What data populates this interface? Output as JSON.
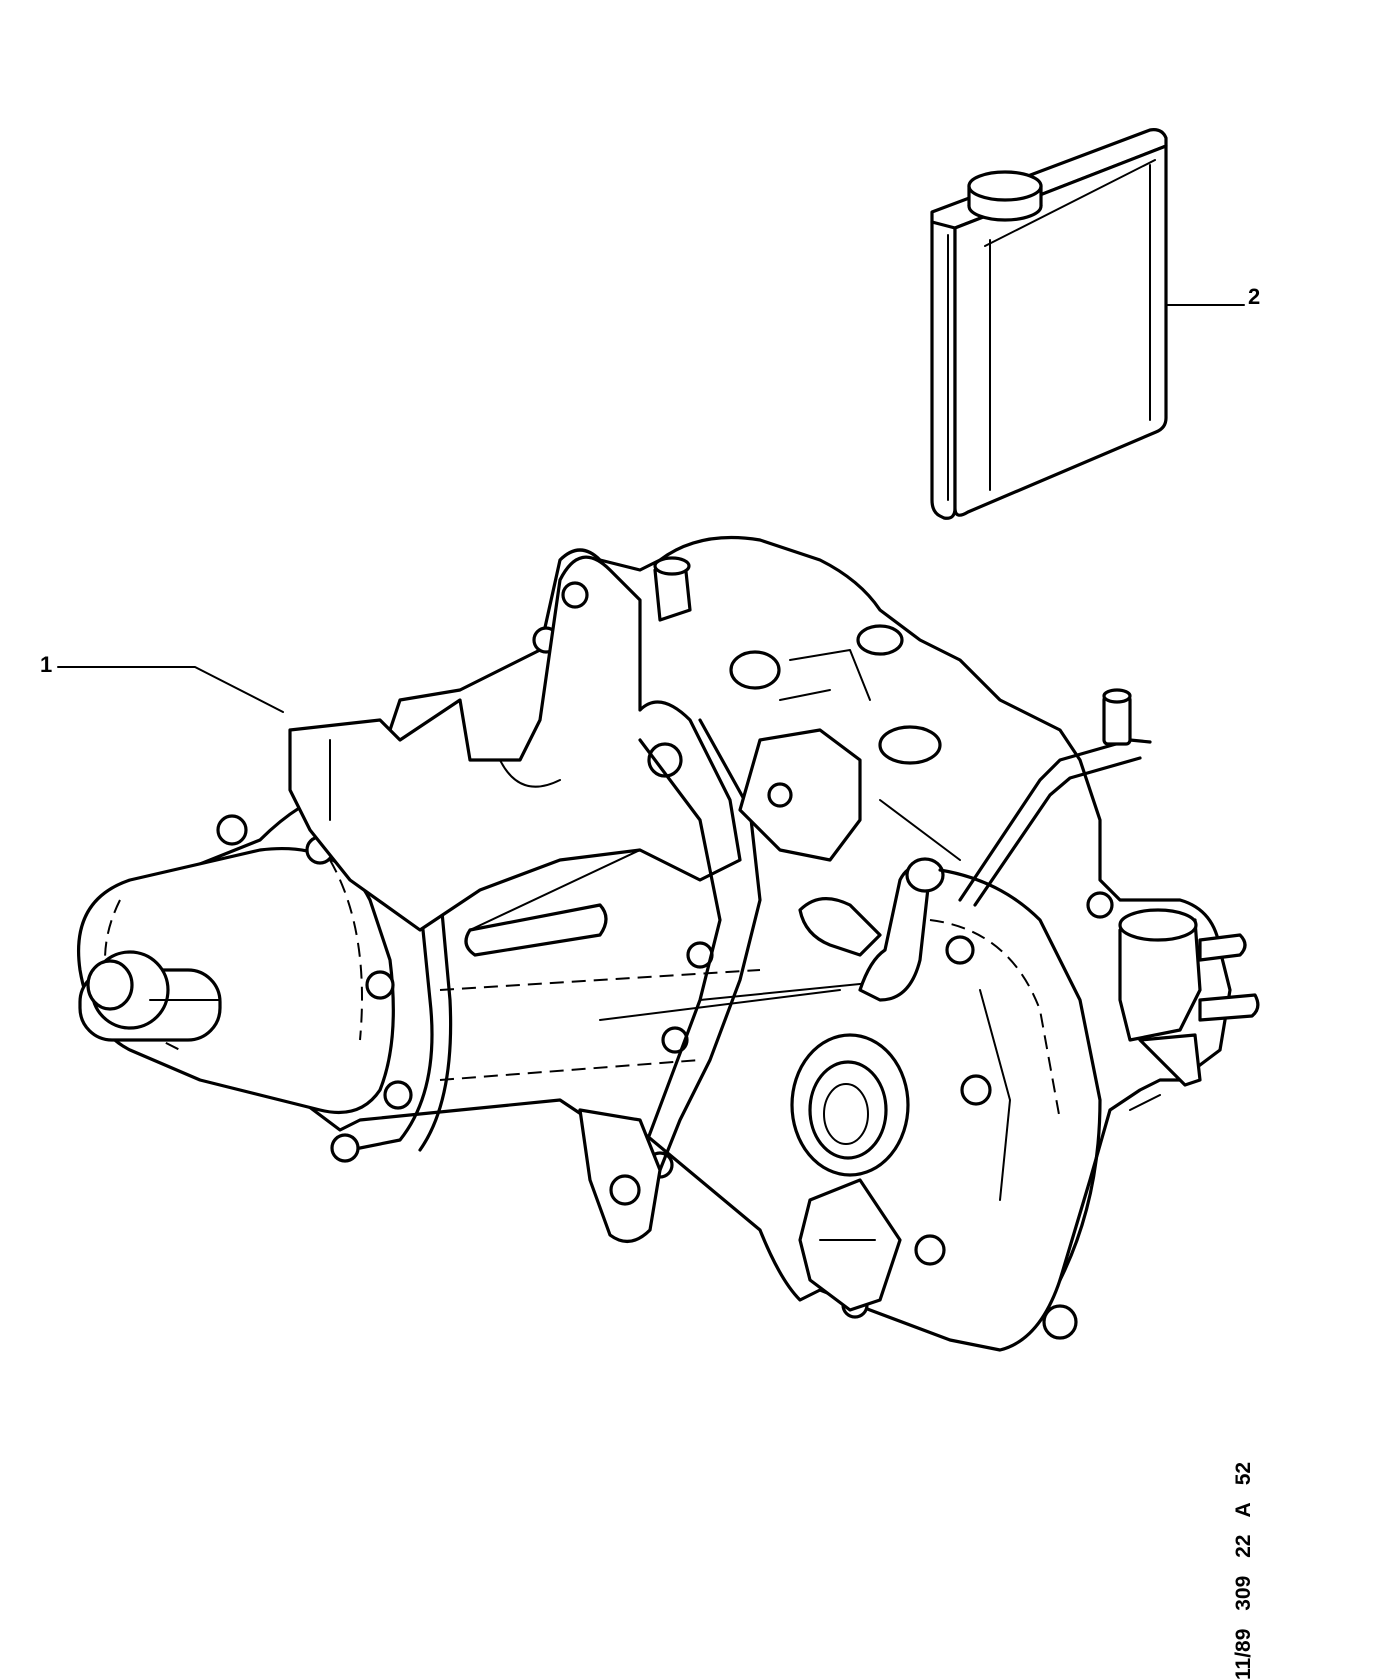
{
  "diagram": {
    "callouts": [
      {
        "ref": "1",
        "part": "gearbox-assembly"
      },
      {
        "ref": "2",
        "part": "oil-can"
      }
    ],
    "document_code": "11/89  309  22 A 52"
  }
}
